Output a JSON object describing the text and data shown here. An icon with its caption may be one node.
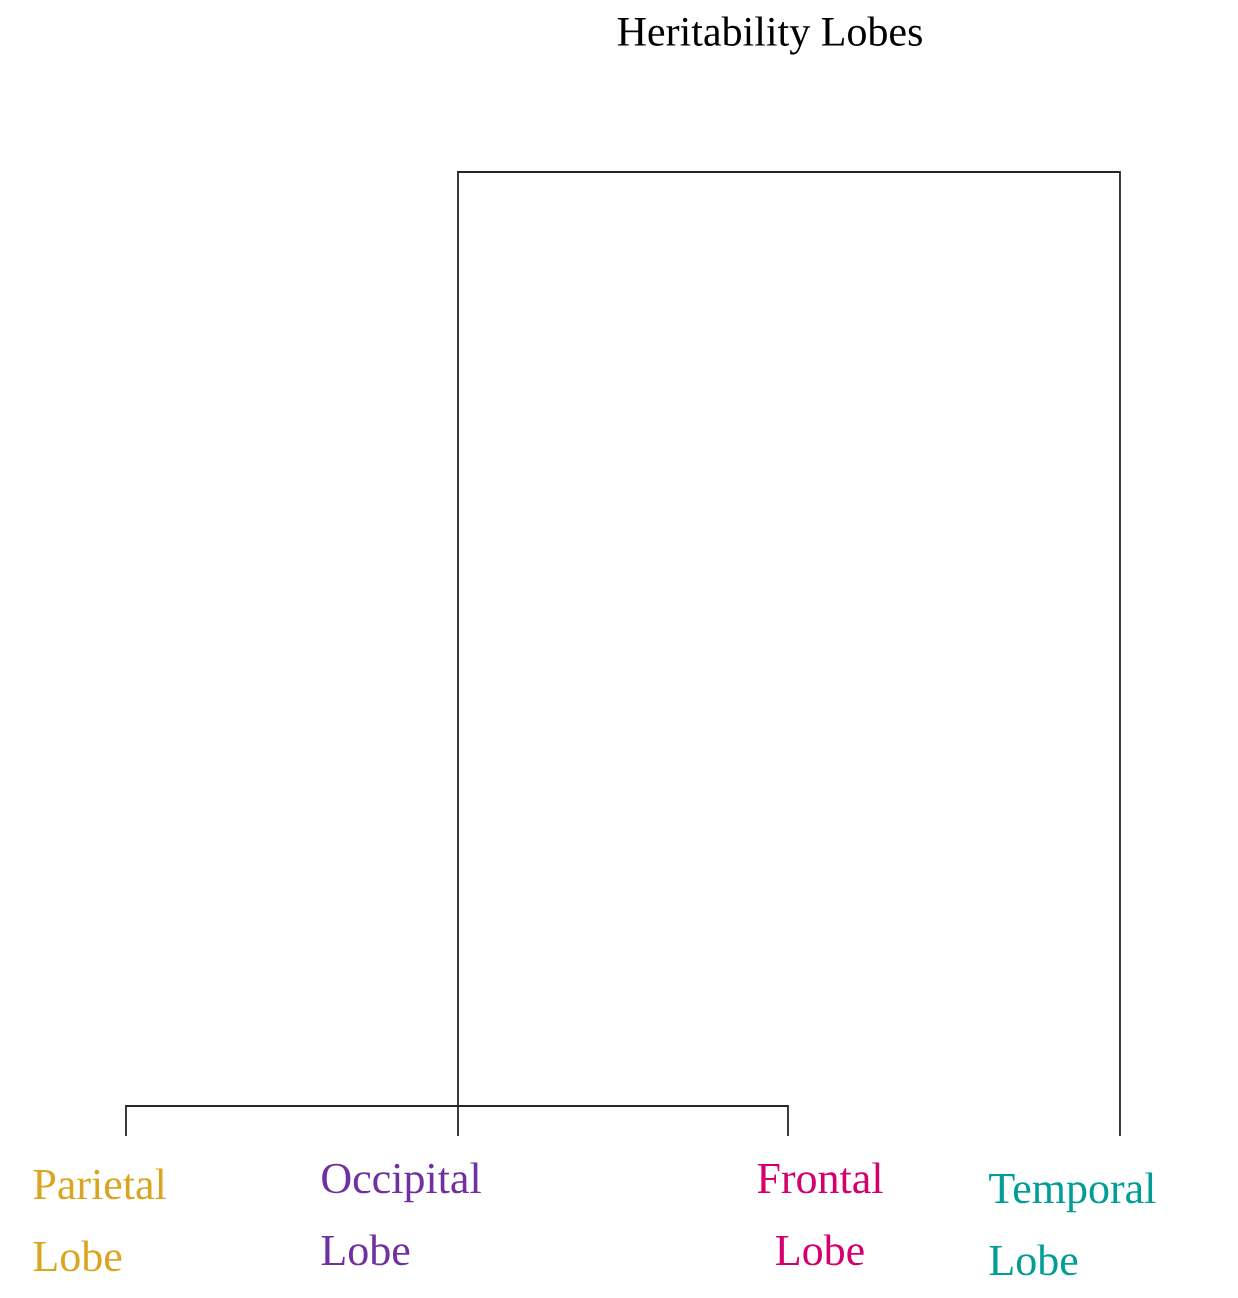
{
  "diagram": {
    "title": "Heritability Lobes",
    "labels": [
      "Parietal Lobe",
      "Occipital Lobe",
      "Frontal Lobe",
      "Temporal Lobe"
    ]
  }
}
